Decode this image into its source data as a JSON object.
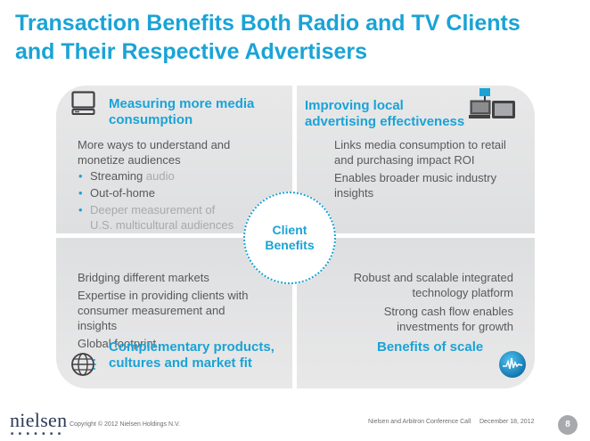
{
  "title": {
    "line1": "Transaction Benefits Both Radio and TV Clients",
    "line2": "and Their Respective Advertisers"
  },
  "top_left": {
    "icon": "computer-icon",
    "heading_line1": "Measuring more media",
    "heading_line2": "consumption",
    "intro_line1": "More ways to understand and",
    "intro_line2": "monetize audiences",
    "bullets": [
      {
        "text_a": "Streaming ",
        "text_b": "audio"
      },
      {
        "text_a": "Out-of-home"
      },
      {
        "text_a": "Deeper measurement of",
        "text_c": "U.S. multicultural audiences"
      }
    ]
  },
  "top_right": {
    "icon": "devices-icon",
    "heading_line1": "Improving local",
    "heading_line2": "advertising effectiveness",
    "items": [
      {
        "line1": "Links media consumption to retail",
        "line2": "and purchasing impact ROI"
      },
      {
        "line1": "Enables broader music industry",
        "line2": "insights"
      }
    ]
  },
  "bottom_left": {
    "icon": "globe-icon",
    "items": [
      {
        "line1": "Bridging different markets"
      },
      {
        "line1": "Expertise in providing clients with",
        "line2": "consumer measurement and insights"
      },
      {
        "line1": "Global footprint"
      }
    ],
    "heading_line1": "Complementary products,",
    "heading_line2": "cultures and market fit"
  },
  "bottom_right": {
    "icon": "waveform-icon",
    "items": [
      {
        "line1": "Robust and scalable integrated",
        "line2": "technology platform"
      },
      {
        "line1": "Strong cash flow enables",
        "line2": "investments for growth"
      }
    ],
    "heading": "Benefits of scale"
  },
  "center": {
    "line1": "Client",
    "line2": "Benefits"
  },
  "footer": {
    "logo": "nielsen",
    "logo_dots": "■ ■ ■ ■ ■ ■ ■",
    "copyright": "Copyright © 2012 Nielsen Holdings N.V.",
    "conference": "Nielsen and Arbitron Conference Call",
    "date": "December 18, 2012",
    "page": "8"
  },
  "colors": {
    "accent": "#1aa3d6",
    "text": "#58595b",
    "muted": "#a7a9ac",
    "panel": "#e6e7e8"
  }
}
